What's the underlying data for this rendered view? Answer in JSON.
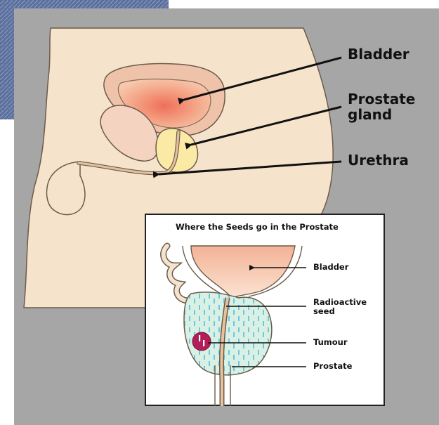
{
  "labels": {
    "bladder": "Bladder",
    "prostate_gland_line1": "Prostate",
    "prostate_gland_line2": "gland",
    "urethra": "Urethra"
  },
  "inset": {
    "title": "Where the Seeds go in the Prostate",
    "bladder": "Bladder",
    "radioactive_seed_line1": "Radioactive",
    "radioactive_seed_line2": "seed",
    "tumour": "Tumour",
    "prostate": "Prostate"
  },
  "colors": {
    "background_gray": "#a6a6a6",
    "denim_corner": "#5b6f9c",
    "skin": "#f6e3cc",
    "bladder_wall": "#efc3aa",
    "bladder_inner": "#f08f72",
    "prostate": "#fbeaa6",
    "seed_fill": "#d8f0e2",
    "seed_mark": "#6ec6df",
    "tumour": "#b21e57",
    "urethra": "#d9b08a",
    "outline": "#6a5a4a",
    "arrow": "#111111"
  }
}
